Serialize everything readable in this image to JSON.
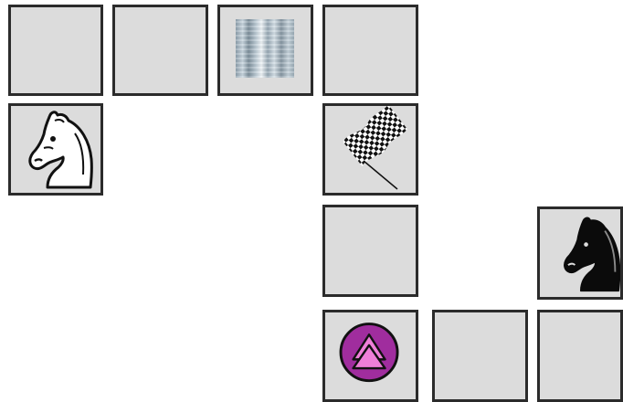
{
  "colors": {
    "tile_fill": "#dcdcdc",
    "tile_border": "#2b2b2b",
    "background": "#ffffff",
    "boost_purple": "#a02d9e",
    "boost_pink": "#ee7fd8"
  },
  "board": {
    "tiles": [
      {
        "row": 0,
        "col": 0,
        "content": "empty"
      },
      {
        "row": 0,
        "col": 1,
        "content": "empty"
      },
      {
        "row": 0,
        "col": 2,
        "content": "ice-block-icon"
      },
      {
        "row": 0,
        "col": 3,
        "content": "empty"
      },
      {
        "row": 1,
        "col": 0,
        "content": "white-knight-icon"
      },
      {
        "row": 1,
        "col": 3,
        "content": "checkered-flag-icon"
      },
      {
        "row": 2,
        "col": 3,
        "content": "empty"
      },
      {
        "row": 2,
        "col": 5,
        "content": "black-knight-icon"
      },
      {
        "row": 3,
        "col": 3,
        "content": "double-arrow-boost-icon"
      },
      {
        "row": 3,
        "col": 4,
        "content": "empty"
      },
      {
        "row": 3,
        "col": 5,
        "content": "empty"
      }
    ]
  }
}
